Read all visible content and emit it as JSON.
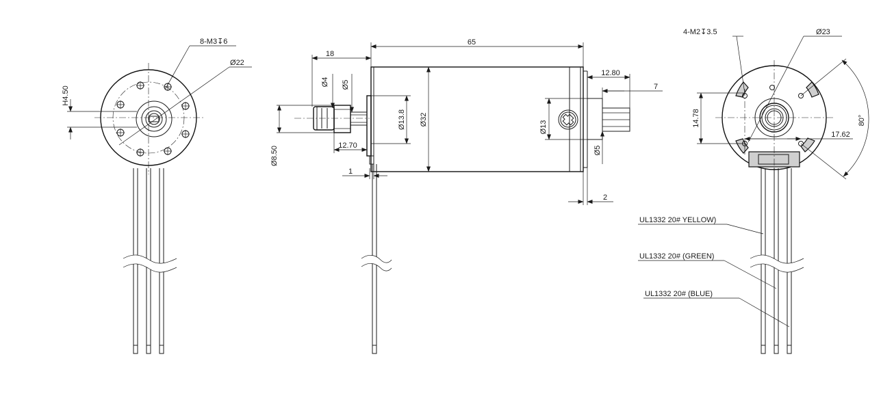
{
  "views": {
    "front": {
      "hole_callout": "8-M3",
      "hole_depth": "6",
      "flange_diameter": "22",
      "offset_label": "H4.50"
    },
    "side": {
      "length": "65",
      "shaft_extension": "18",
      "shaft_dia_4": "4",
      "shaft_dia_5": "5",
      "gear_dia": "8.50",
      "shaft_len": "12.70",
      "boss_dia": "13.8",
      "body_dia": "32",
      "flange_thickness": "1",
      "rear_len": "12.80",
      "rear_shaft_len": "7",
      "rear_boss_dia": "13",
      "rear_shaft_dia": "5",
      "rear_step": "2"
    },
    "rear": {
      "hole_callout": "4-M2",
      "hole_depth": "3.5",
      "pcd": "23",
      "vertical_dim": "14.78",
      "horizontal_dim": "17.62",
      "angle": "80°"
    }
  },
  "wires": {
    "yellow": "UL1332 20# YELLOW)",
    "green": "UL1332 20# (GREEN)",
    "blue": "UL1332 20# (BLUE)"
  },
  "symbols": {
    "diameter": "Ø",
    "depth": "↧"
  }
}
